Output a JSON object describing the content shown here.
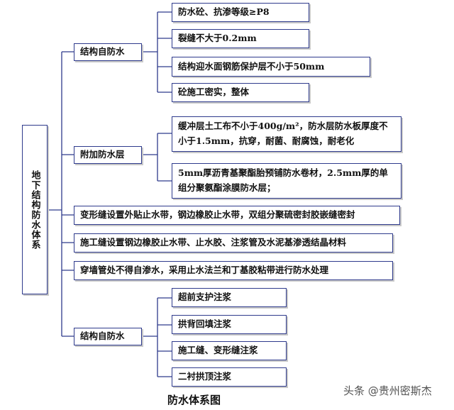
{
  "root": {
    "label": "地下结构防水体系"
  },
  "level1": {
    "structural_top": "结构自防水",
    "additional": "附加防水层",
    "deformation_joint": "变形缝设置外贴止水带，钢边橡胶止水带，双组分聚硫密封胶嵌缝密封",
    "construction_joint": "施工缝设置钢边橡胶止水带、止水胶、注浆管及水泥基渗透结晶材料",
    "wall_pipe": "穿墙管处不得自渗水，采用止水法兰和丁基胶粘带进行防水处理",
    "structural_bottom": "结构自防水"
  },
  "structural_top_items": [
    "防水砼、抗渗等级≥P8",
    "裂缝不大于0.2mm",
    "结构迎水面钢筋保护层不小于50mm",
    "砼施工密实，整体"
  ],
  "additional_items": [
    "缓冲层土工布不小于400g/m²，防水层防水板厚度不小于1.5mm，抗穿，耐菌、耐腐蚀，耐老化",
    "5mm厚沥青基聚酯胎预铺防水卷材，2.5mm厚的单组分聚氨酯涂膜防水层；"
  ],
  "structural_bottom_items": [
    "超前支护注浆",
    "拱背回填注浆",
    "施工缝、变形缝注浆",
    "二衬拱顶注浆"
  ],
  "caption": "防水体系图",
  "watermark": "头条 @贵州密斯杰",
  "colors": {
    "line": "#2e3a8c",
    "border": "#2e3a8c"
  }
}
